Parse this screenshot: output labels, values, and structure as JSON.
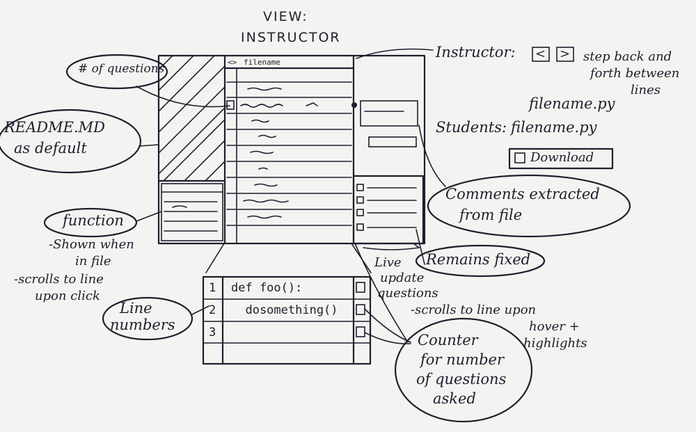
{
  "title": {
    "line1": "VIEW:",
    "line2": "INSTRUCTOR"
  },
  "file_bar": {
    "icon": "<>",
    "filename": "filename"
  },
  "annotations": {
    "num_questions": "# of questions",
    "readme_default_1": "README.MD",
    "readme_default_2": "as default",
    "function_bubble": "function",
    "function_note_1": "-Shown when",
    "function_note_2": "in file",
    "function_note_3": "-scrolls to line",
    "function_note_4": "upon click",
    "line_numbers_1": "Line",
    "line_numbers_2": "numbers",
    "instructor_1": "Instructor:",
    "instructor_2": "step back and",
    "instructor_3": "forth between",
    "instructor_4": "lines",
    "students": "Students:",
    "filename_1": "filename.py",
    "filename_2": "filename.py",
    "download": "Download",
    "comments_1": "Comments extracted",
    "comments_2": "from file",
    "remains_fixed": "Remains fixed",
    "live_1": "Live",
    "live_2": "update",
    "live_3": "questions",
    "live_4": "-scrolls to line upon",
    "live_5": "hover +",
    "live_6": "highlights",
    "counter_1": "Counter",
    "counter_2": "for number",
    "counter_3": "of questions",
    "counter_4": "asked"
  },
  "nav_buttons": {
    "back": "<",
    "forward": ">"
  },
  "code_lines": [
    {
      "num": "1",
      "text": "def foo():"
    },
    {
      "num": "2",
      "text": "  dosomething()"
    },
    {
      "num": "3",
      "text": ""
    }
  ]
}
